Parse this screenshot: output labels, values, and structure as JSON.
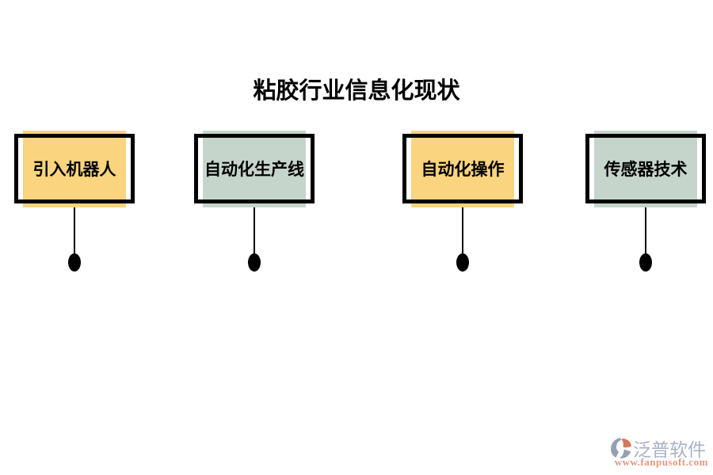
{
  "title": "粘胶行业信息化现状",
  "nodes": [
    {
      "label": "引入机器人",
      "fill": "#FAD47F"
    },
    {
      "label": "自动化生产线",
      "fill": "#C6D5CC"
    },
    {
      "label": "自动化操作",
      "fill": "#FAD47F"
    },
    {
      "label": "传感器技术",
      "fill": "#C6D5CC"
    }
  ],
  "connector": {
    "line_color": "#000000",
    "dot_color": "#000000"
  },
  "logo": {
    "brand": "泛普软件",
    "url": "www.fanpusoft.com",
    "brand_color": "#A8B2C6",
    "url_color": "#E5977F",
    "icon_gray": "#94A1B3",
    "icon_orange": "#D5795C"
  },
  "colors": {
    "background": "#FFFFFF",
    "border": "#000000",
    "node_yellow": "#FAD47F",
    "node_green": "#C6D5CC"
  }
}
